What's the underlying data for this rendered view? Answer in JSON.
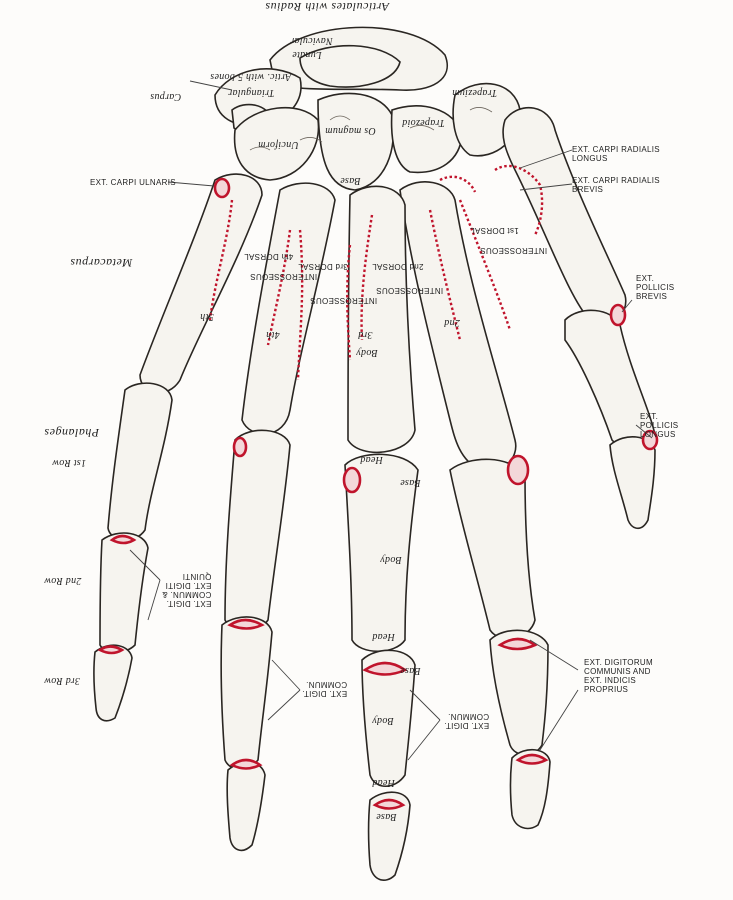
{
  "labels": {
    "articulates_radius": "Articulates with Radius",
    "navicular": "Navicular",
    "lunate": "Lunate",
    "pisiform": "Artic. with 5 bones",
    "triangular": "Triangular",
    "carpus": "Carpus",
    "unciform": "Unciform",
    "os_magnum": "Os magnum",
    "trapezoid": "Trapezoid",
    "trapezium": "Trapezium",
    "base": "Base",
    "ext_carpi_radialis_longus": "EXT. CARPI RADIALIS\nLONGUS",
    "ext_carpi_radialis_brevis": "EXT. CARPI RADIALIS\nBREVIS",
    "ext_carpi_ulnaris": "EXT. CARPI ULNARIS",
    "metacarpus": "Metacarpus",
    "dorsal_4": "4th DORSAL",
    "dorsal_3": "3rd DORSAL",
    "dorsal_2": "2nd DORSAL",
    "dorsal_1": "1st DORSAL",
    "interosseous": "INTEROSSEOUS",
    "fifth": "5th",
    "fourth": "4th",
    "third": "3rd",
    "second": "2nd",
    "body": "Body",
    "head": "Head",
    "ext_pollicis_brevis": "EXT.\nPOLLICIS\nBREVIS",
    "ext_pollicis_longus": "EXT.\nPOLLICIS\nLONGUS",
    "phalanges": "Phalanges",
    "row_1": "1st Row",
    "row_2": "2nd Row",
    "row_3": "3rd Row",
    "ext_digit_commun_quinti": "EXT. DIGIT.\nCOMMUN. &\nEXT. DIGITI\nQUINTI",
    "ext_digit_commun": "EXT. DIGIT.\nCOMMUN.",
    "ext_digitorum_communis_indicis": "EXT. DIGITORUM\nCOMMUNIS AND\nEXT. INDICIS\nPROPRIUS"
  },
  "colors": {
    "attachment_red": "#c0142c",
    "bone_fill": "#f6f4ef",
    "ink": "#2a2622"
  }
}
